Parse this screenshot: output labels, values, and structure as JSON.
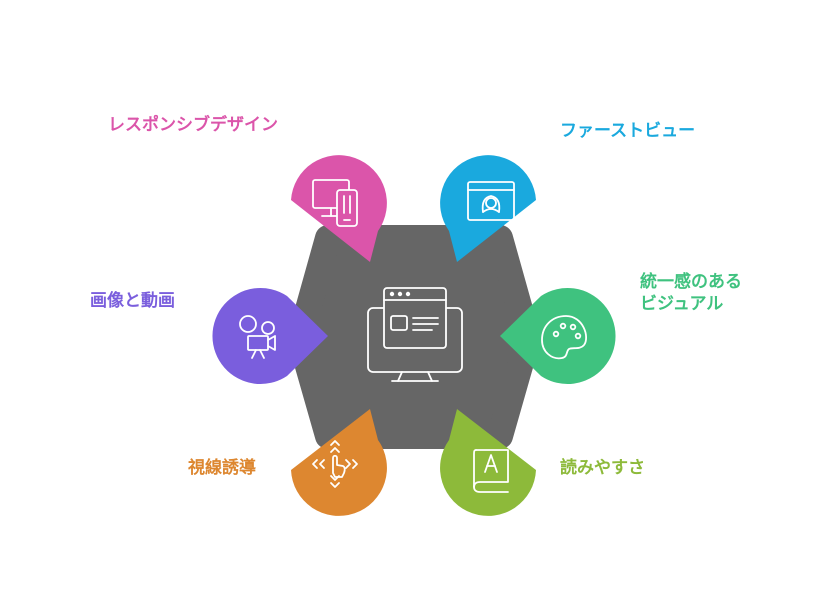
{
  "center": {
    "color": "#666666",
    "icon": "computer-monitor-icon"
  },
  "items": [
    {
      "id": "responsive",
      "label": "レスポンシブデザイン",
      "color": "#DB55AA",
      "icon": "devices-icon"
    },
    {
      "id": "firstview",
      "label": "ファーストビュー",
      "color": "#1AA9DE",
      "icon": "hero-image-icon"
    },
    {
      "id": "visual",
      "label_lines": [
        "統一感のある",
        "ビジュアル"
      ],
      "color": "#3FC27F",
      "icon": "palette-icon"
    },
    {
      "id": "readability",
      "label": "読みやすさ",
      "color": "#8DBA3A",
      "icon": "book-icon"
    },
    {
      "id": "guidance",
      "label": "視線誘導",
      "color": "#DD8730",
      "icon": "pointer-arrows-icon"
    },
    {
      "id": "media",
      "label": "画像と動画",
      "color": "#7A5EDD",
      "icon": "video-camera-icon"
    }
  ]
}
